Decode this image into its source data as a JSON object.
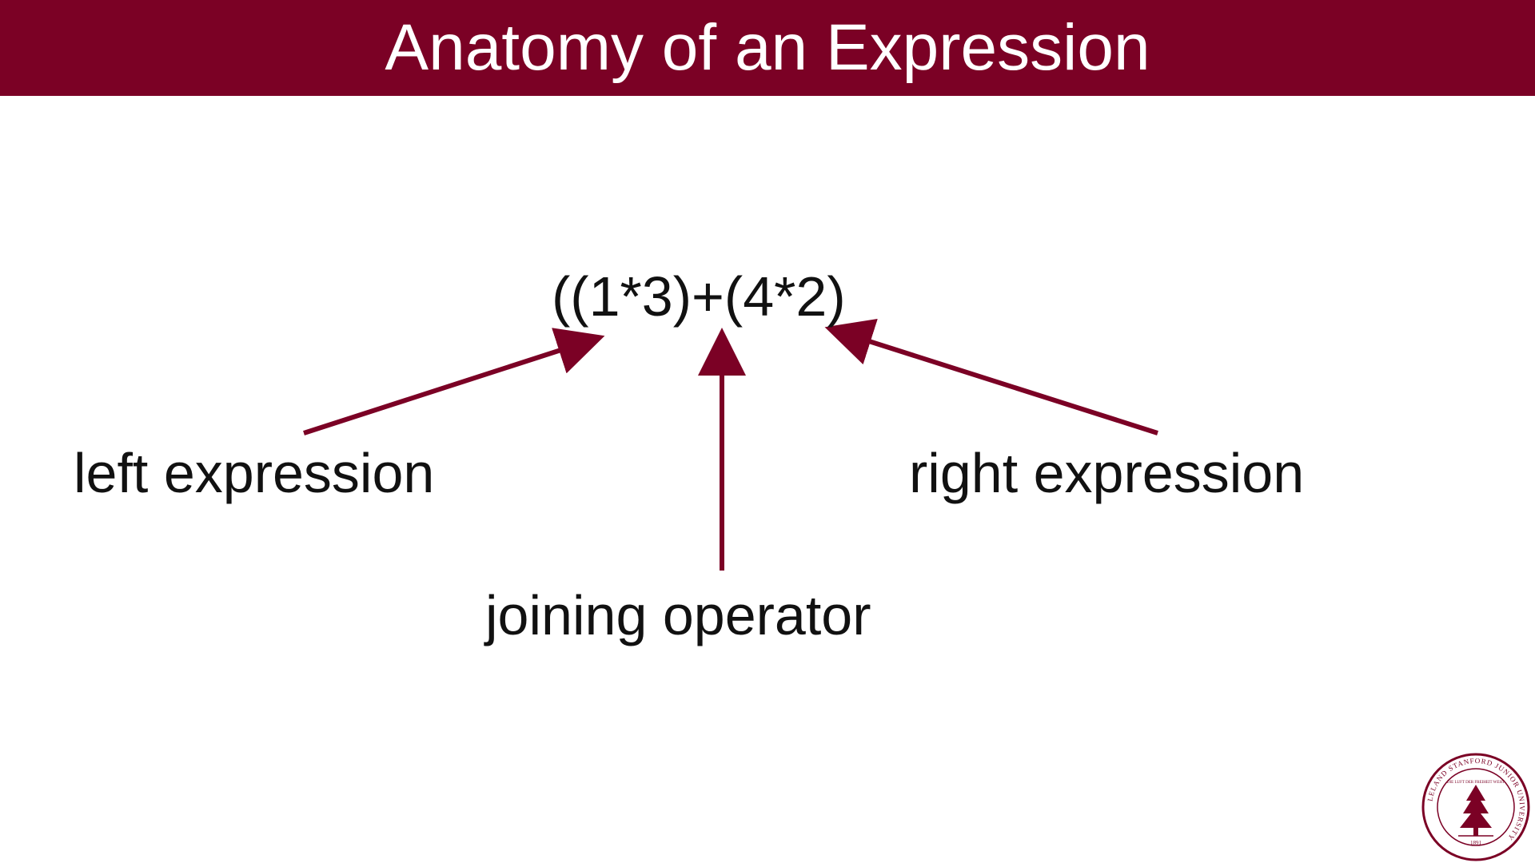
{
  "slide": {
    "title": "Anatomy of an Expression",
    "expression": "((1*3)+(4*2)",
    "labels": {
      "left": "left expression",
      "right": "right expression",
      "operator": "joining operator"
    }
  },
  "seal": {
    "ring_text": "LELAND STANFORD JUNIOR UNIVERSITY",
    "motto": "DIE LUFT DER FREIHEIT WEHT",
    "year": "1891"
  },
  "colors": {
    "accent": "#7b0125",
    "text": "#111111",
    "background": "#ffffff"
  }
}
